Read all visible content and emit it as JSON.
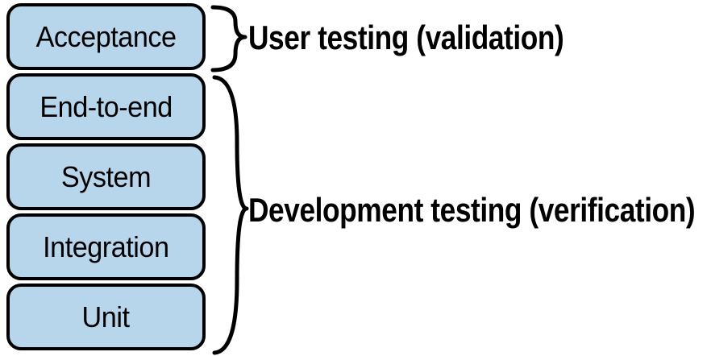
{
  "diagram": {
    "levels": [
      {
        "label": "Acceptance"
      },
      {
        "label": "End-to-end"
      },
      {
        "label": "System"
      },
      {
        "label": "Integration"
      },
      {
        "label": "Unit"
      }
    ],
    "annotations": [
      {
        "text": "User testing (validation)",
        "applies_to": [
          "Acceptance"
        ]
      },
      {
        "text": "Development testing (verification)",
        "applies_to": [
          "End-to-end",
          "System",
          "Integration",
          "Unit"
        ]
      }
    ],
    "colors": {
      "box_fill": "#b8d6eb",
      "box_border": "#000000",
      "text": "#000000",
      "brace_stroke": "#000000"
    }
  }
}
